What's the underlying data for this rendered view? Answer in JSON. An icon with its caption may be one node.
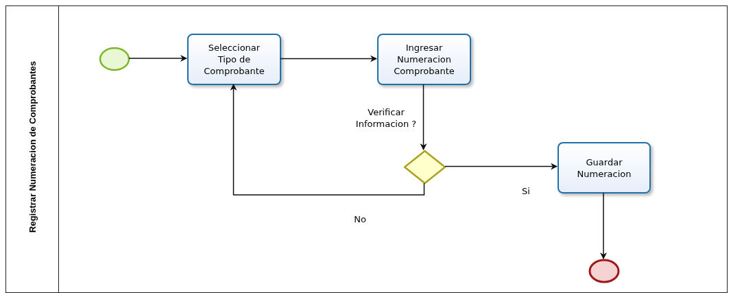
{
  "diagram": {
    "nodes": [
      {
        "text": [
          "Registrar Numeracion de Comprobantes"
        ]
      },
      {
        "text": [],
        "shape": "circle",
        "in": 0
      },
      {
        "text": [
          "Seleccionar Tipo de Comprobante"
        ],
        "in": 0
      },
      {
        "text": [
          "Ingresar Numeracion Comprobante"
        ],
        "in": 0
      },
      {
        "text": [],
        "shape": "diamond",
        "in": 0
      },
      {
        "text": [
          "Guardar Numeracion"
        ],
        "in": 0
      },
      {
        "text": [],
        "shape": "circle",
        "in": 0
      }
    ],
    "edges": [
      {
        "from": 1,
        "to": 2,
        "arrow": "to"
      },
      {
        "from": 2,
        "to": 3,
        "arrow": "to"
      },
      {
        "from": 3,
        "to": 4,
        "arrow": "to",
        "label": "Verificar Informacion ?"
      },
      {
        "from": 4,
        "to": 5,
        "arrow": "to",
        "label": "Si"
      },
      {
        "from": 4,
        "to": 2,
        "arrow": "to",
        "label": "No"
      },
      {
        "from": 5,
        "to": 6,
        "arrow": "to"
      }
    ]
  }
}
